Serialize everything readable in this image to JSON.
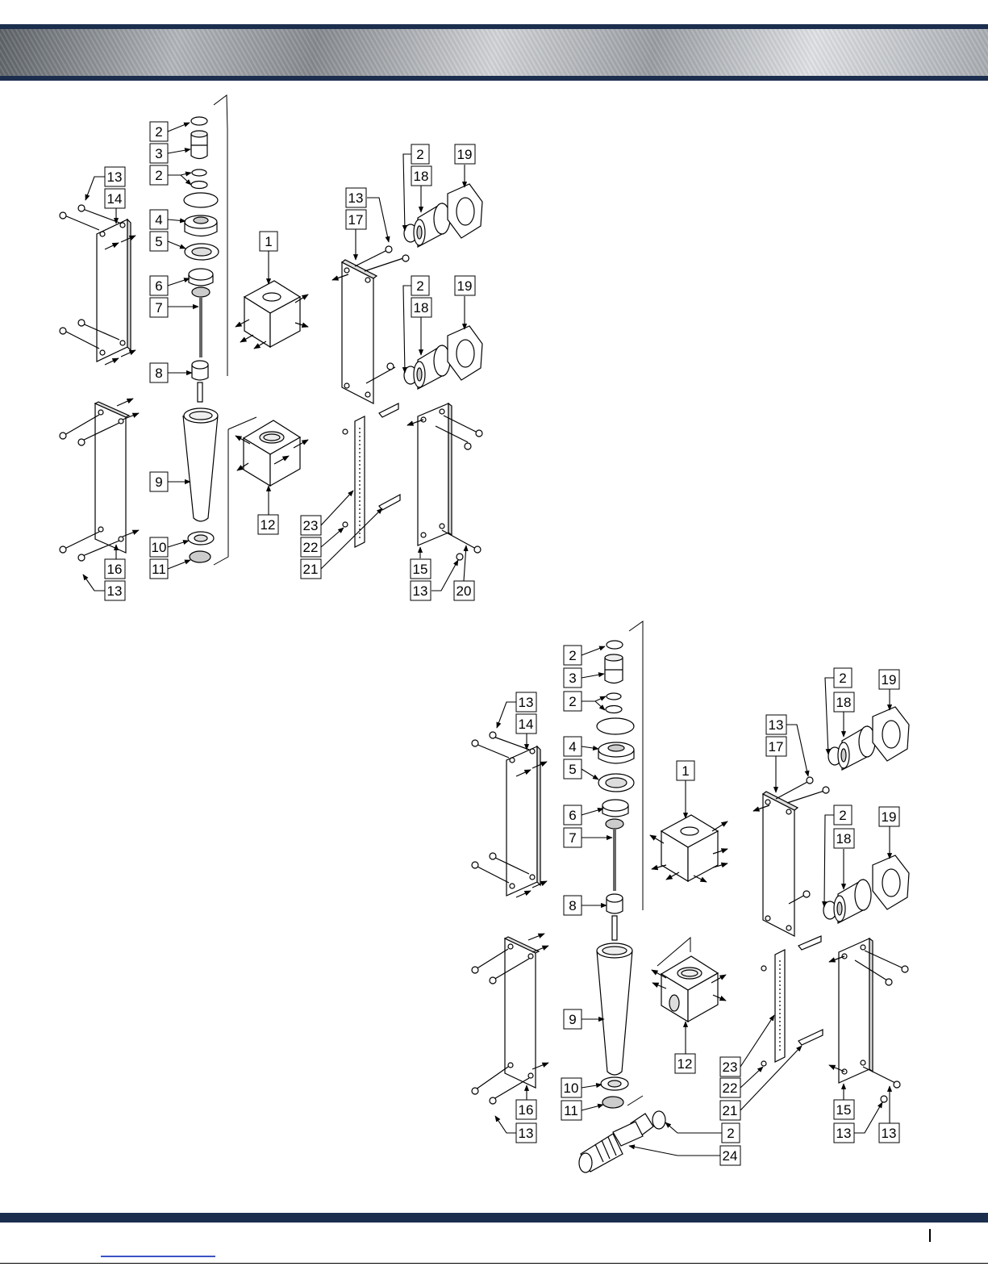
{
  "diagram_top": {
    "callouts": {
      "c1": "1",
      "c2a": "2",
      "c3": "3",
      "c2b": "2",
      "c4": "4",
      "c5": "5",
      "c6": "6",
      "c7": "7",
      "c8": "8",
      "c9": "9",
      "c10": "10",
      "c11": "11",
      "c12": "12",
      "c13a": "13",
      "c14": "14",
      "c16": "16",
      "c13b": "13",
      "c13c": "13",
      "c17": "17",
      "c2c": "2",
      "c18a": "18",
      "c19a": "19",
      "c2d": "2",
      "c18b": "18",
      "c19b": "19",
      "c23": "23",
      "c22": "22",
      "c21": "21",
      "c15": "15",
      "c13d": "13",
      "c20": "20"
    }
  },
  "diagram_bottom": {
    "callouts": {
      "c2a": "2",
      "c3": "3",
      "c2b": "2",
      "c4": "4",
      "c5": "5",
      "c6": "6",
      "c7": "7",
      "c8": "8",
      "c9": "9",
      "c10": "10",
      "c11": "11",
      "c1": "1",
      "c12": "12",
      "c13a": "13",
      "c14": "14",
      "c16": "16",
      "c13b": "13",
      "c13c": "13",
      "c17": "17",
      "c2c": "2",
      "c18a": "18",
      "c19a": "19",
      "c2d": "2",
      "c18b": "18",
      "c19b": "19",
      "c23": "23",
      "c22": "22",
      "c21": "21",
      "c2e": "2",
      "c24": "24",
      "c15": "15",
      "c13d": "13",
      "c13e": "13"
    }
  }
}
